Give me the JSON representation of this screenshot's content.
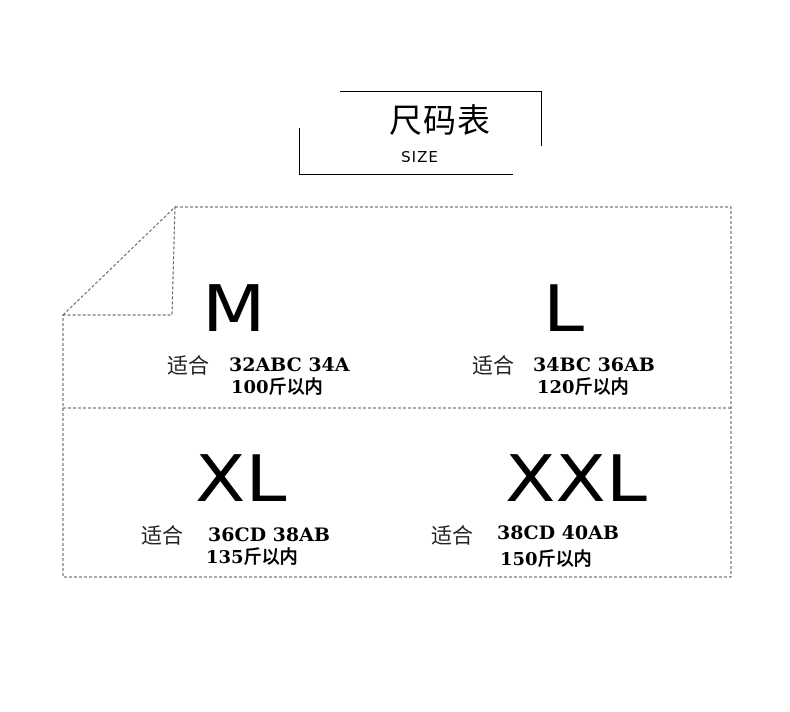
{
  "header": {
    "title": "尺码表",
    "subtitle": "SIZE"
  },
  "sizes": [
    {
      "size": "M",
      "fit_label": "适合",
      "cups": "32ABC 34A",
      "weight": "100斤以内"
    },
    {
      "size": "L",
      "fit_label": "适合",
      "cups": "34BC 36AB",
      "weight": "120斤以内"
    },
    {
      "size": "XL",
      "fit_label": "适合",
      "cups": "36CD 38AB",
      "weight": "135斤以内"
    },
    {
      "size": "XXL",
      "fit_label": "适合",
      "cups": "38CD 40AB",
      "weight": "150斤以内"
    }
  ]
}
